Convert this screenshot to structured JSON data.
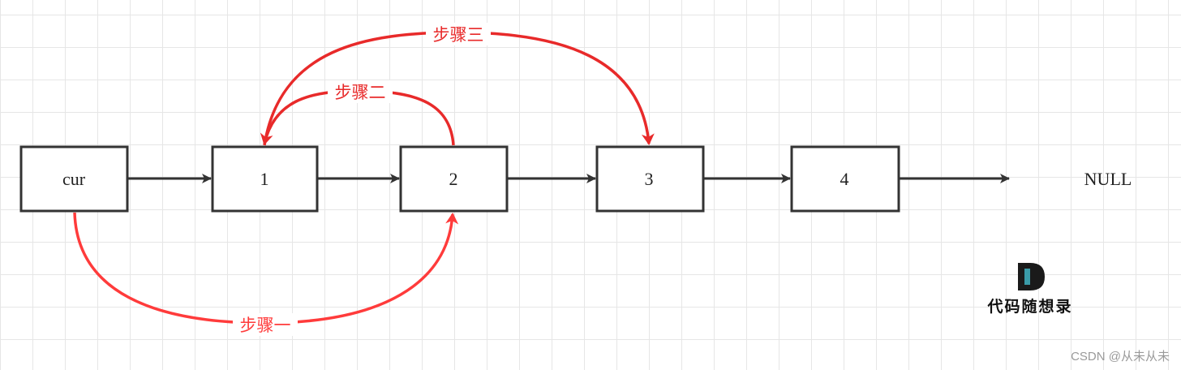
{
  "nodes": [
    {
      "id": "cur",
      "label": "cur"
    },
    {
      "id": "n1",
      "label": "1"
    },
    {
      "id": "n2",
      "label": "2"
    },
    {
      "id": "n3",
      "label": "3"
    },
    {
      "id": "n4",
      "label": "4"
    }
  ],
  "null_label": "NULL",
  "steps": {
    "step1": "步骤一",
    "step2": "步骤二",
    "step3": "步骤三"
  },
  "logo": {
    "letter": "D",
    "text": "代码随想录"
  },
  "watermark": "CSDN @从未从未",
  "colors": {
    "box_stroke": "#333333",
    "link_arrow": "#333333",
    "step_red": "#e82a2a",
    "step1_red": "#ff3b3b",
    "logo_teal": "#3a9ba8"
  }
}
